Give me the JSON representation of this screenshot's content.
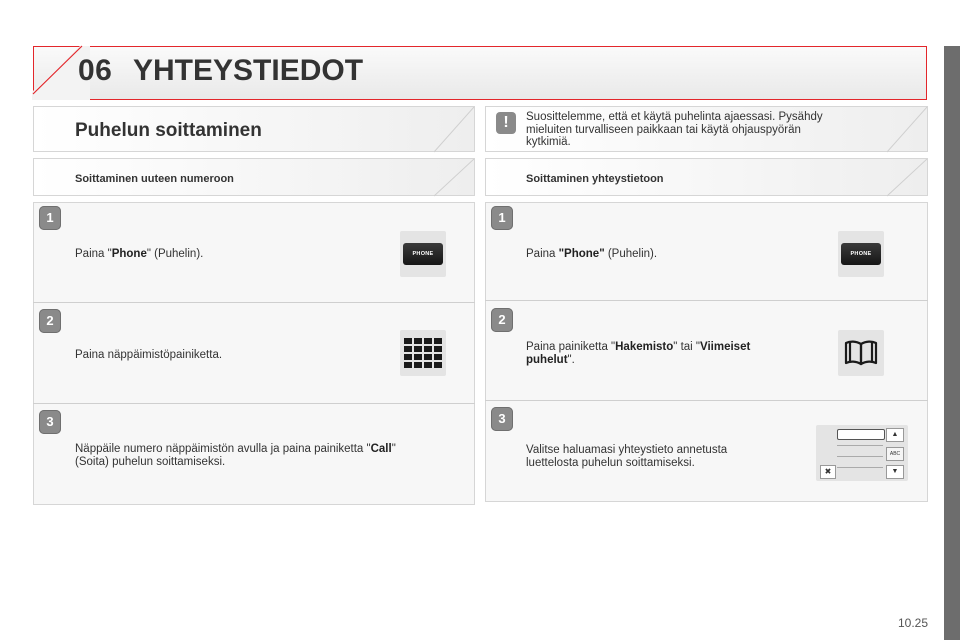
{
  "header": {
    "chapter_number": "06",
    "chapter_title": "YHTEYSTIEDOT"
  },
  "left": {
    "section_title": "Puhelun soittaminen",
    "subtitle": "Soittaminen uuteen numeroon",
    "steps": [
      {
        "number": "1",
        "text_before": "Paina \"",
        "bold": "Phone",
        "text_after": "\" (Puhelin).",
        "icon": "phone-button-icon",
        "icon_label": "PHONE"
      },
      {
        "number": "2",
        "text": "Paina näppäimistöpainiketta.",
        "icon": "keypad-icon"
      },
      {
        "number": "3",
        "text_before": "Näppäile numero näppäimistön avulla ja paina painiketta \"",
        "bold": "Call",
        "text_after": "\"",
        "text_line2": "(Soita) puhelun soittamiseksi."
      }
    ]
  },
  "right": {
    "warning_text_lines": [
      "Suosittelemme, että et käytä puhelinta ajaessasi. Pysähdy",
      "mieluiten turvalliseen paikkaan tai käytä ohjauspyörän",
      "kytkimiä."
    ],
    "warning_icon": "exclamation-icon",
    "warning_glyph": "!",
    "subtitle": "Soittaminen yhteystietoon",
    "steps": [
      {
        "number": "1",
        "text_before": "Paina ",
        "bold": "\"Phone\"",
        "text_after": " (Puhelin).",
        "icon": "phone-button-icon",
        "icon_label": "PHONE"
      },
      {
        "number": "2",
        "text_before": "Paina painiketta \"",
        "bold": "Hakemisto",
        "text_mid": "\" tai \"",
        "bold2": "Viimeiset",
        "bold2_line2": "puhelut",
        "text_after": "\".",
        "icon": "book-icon"
      },
      {
        "number": "3",
        "text_lines": [
          "Valitse haluamasi yhteystieto annetusta",
          "luettelosta puhelun soittamiseksi."
        ],
        "icon": "contact-list-icon",
        "icon_abc": "ABC",
        "icon_up": "▲",
        "icon_down": "▼",
        "icon_close": "✖"
      }
    ]
  },
  "footer": {
    "page_number": "10.25"
  }
}
